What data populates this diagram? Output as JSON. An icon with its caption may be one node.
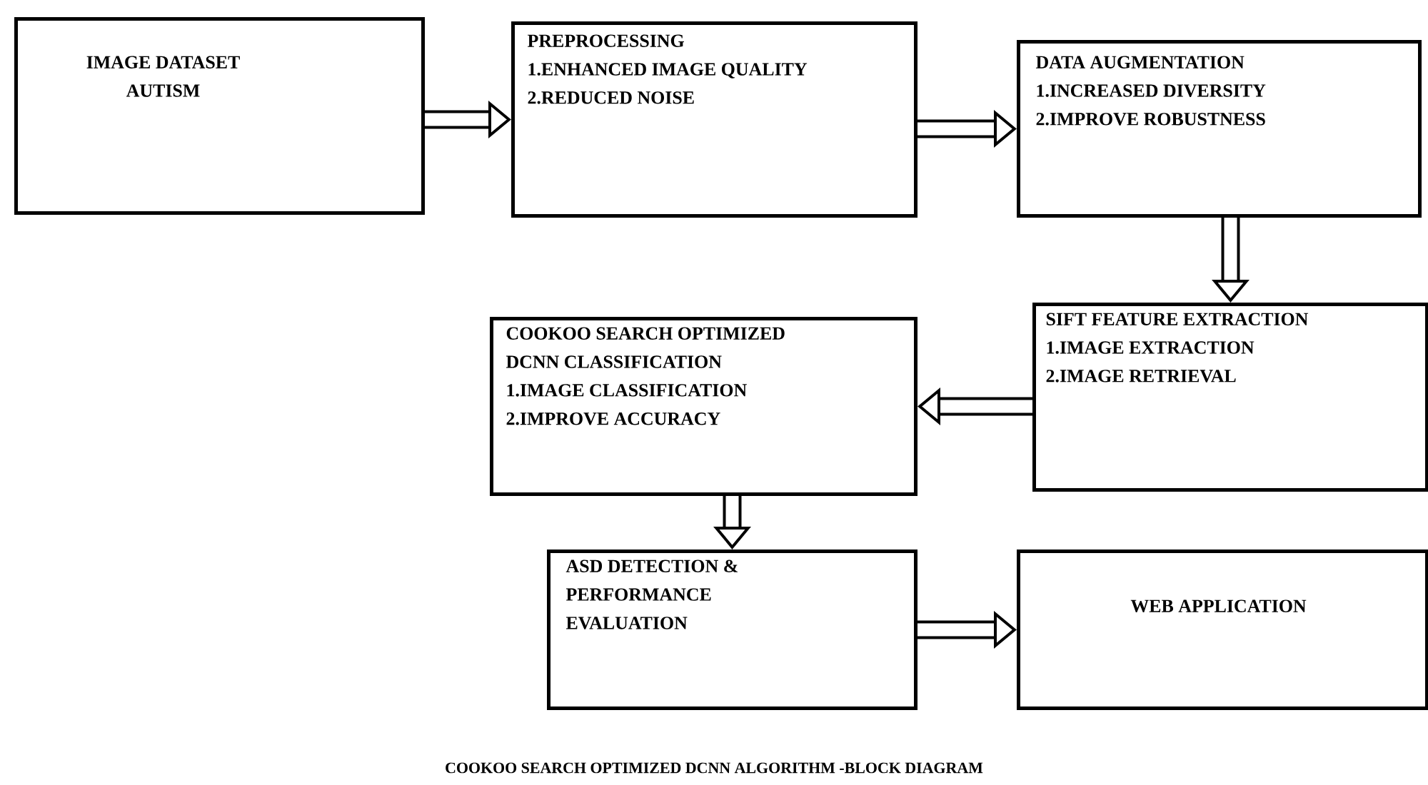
{
  "diagram": {
    "caption": "COOKOO SEARCH OPTIMIZED DCNN ALGORITHM -BLOCK DIAGRAM",
    "nodes": [
      {
        "text": [
          "IMAGE DATASET AUTISM"
        ]
      },
      {
        "text": [
          "PREPROCESSING",
          "1.ENHANCED IMAGE QUALITY",
          "2.REDUCED NOISE"
        ]
      },
      {
        "text": [
          "DATA AUGMENTATION",
          "1.INCREASED DIVERSITY",
          "2.IMPROVE ROBUSTNESS"
        ]
      },
      {
        "text": [
          "SIFT FEATURE EXTRACTION",
          "1.IMAGE EXTRACTION",
          "2.IMAGE RETRIEVAL"
        ]
      },
      {
        "text": [
          "COOKOO SEARCH OPTIMIZED DCNN CLASSIFICATION",
          "1.IMAGE CLASSIFICATION",
          "2.IMPROVE ACCURACY"
        ]
      },
      {
        "text": [
          "ASD DETECTION & PERFORMANCE EVALUATION"
        ]
      },
      {
        "text": [
          "WEB APPLICATION"
        ]
      }
    ],
    "edges": [
      {
        "from": 0,
        "to": 1,
        "arrow": "to"
      },
      {
        "from": 1,
        "to": 2,
        "arrow": "to"
      },
      {
        "from": 2,
        "to": 3,
        "arrow": "to"
      },
      {
        "from": 3,
        "to": 4,
        "arrow": "to"
      },
      {
        "from": 4,
        "to": 5,
        "arrow": "to"
      },
      {
        "from": 5,
        "to": 6,
        "arrow": "to"
      }
    ]
  }
}
